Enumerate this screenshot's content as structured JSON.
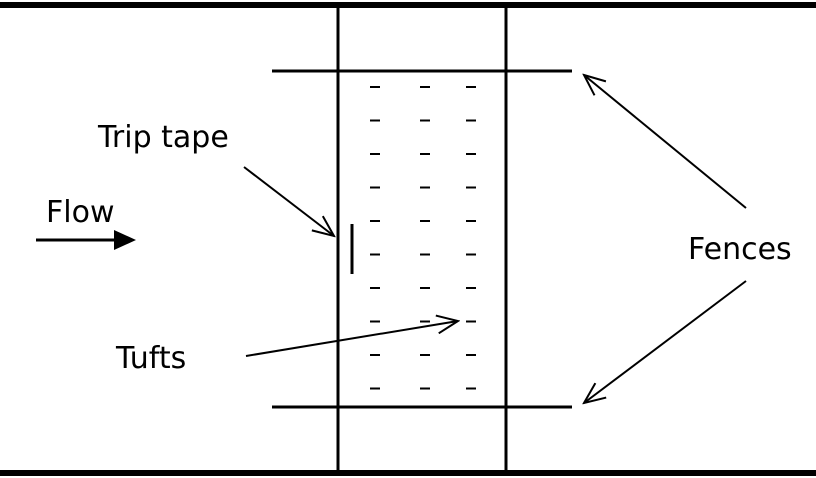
{
  "labels": {
    "trip_tape": "Trip tape",
    "flow": "Flow",
    "tufts": "Tufts",
    "fences": "Fences"
  },
  "colors": {
    "ink": "#000000",
    "background": "#ffffff"
  },
  "tufts": {
    "columns": 3,
    "rows": 10
  }
}
